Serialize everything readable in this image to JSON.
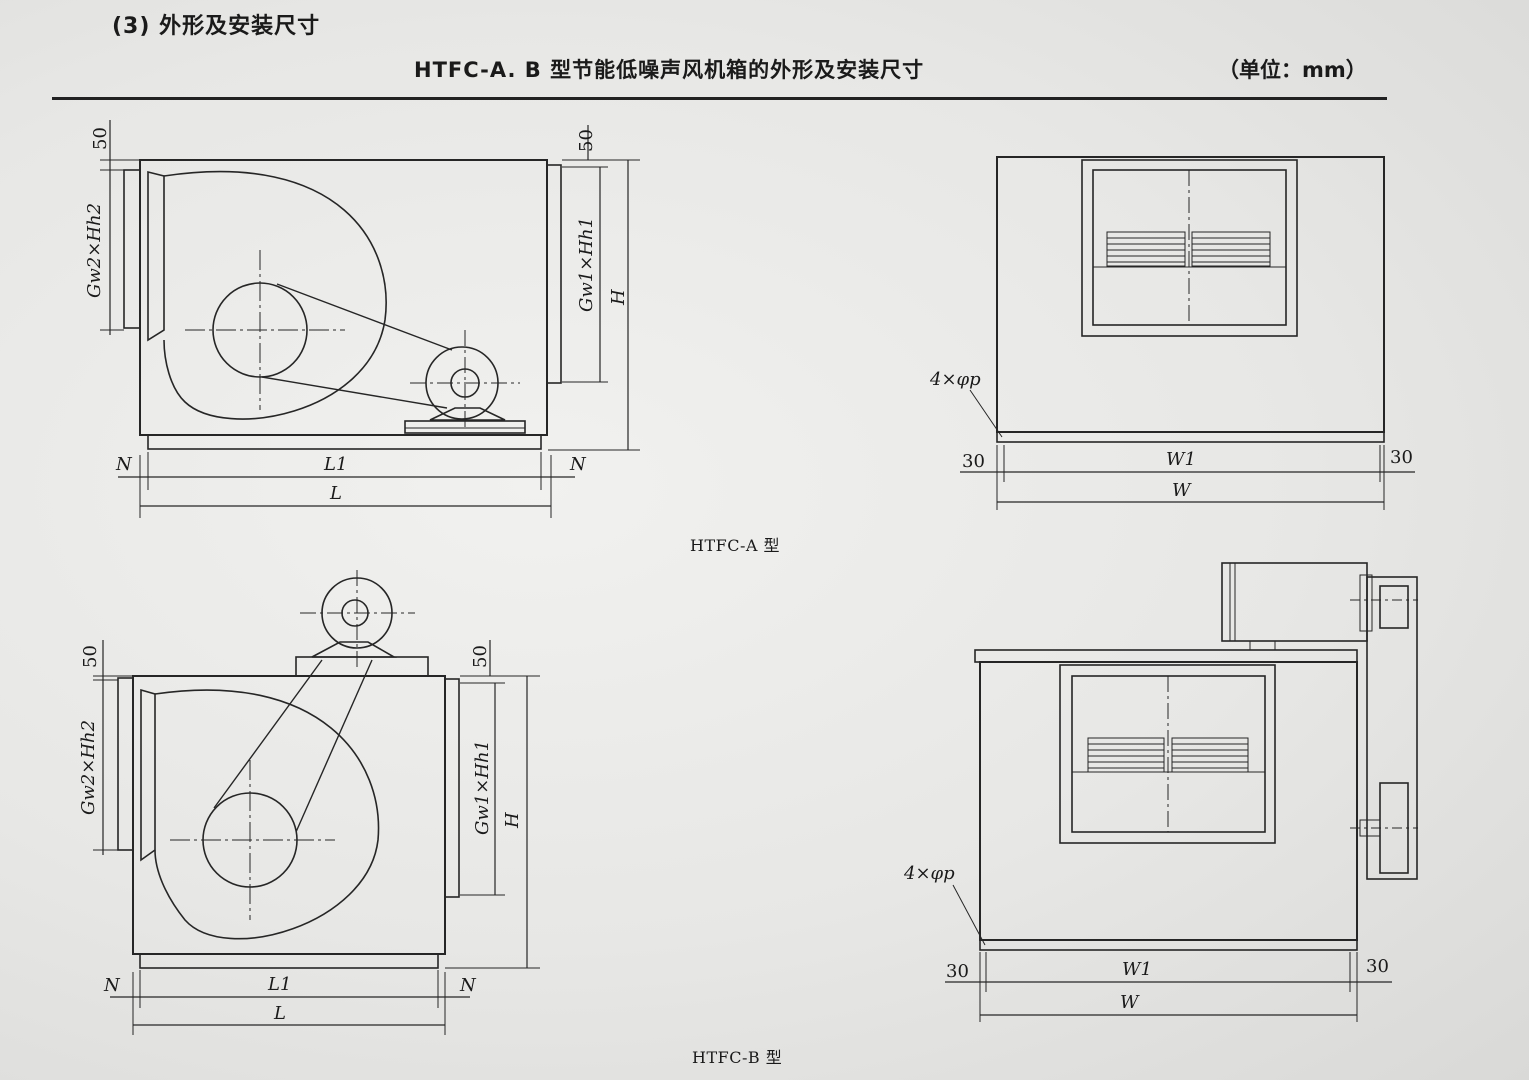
{
  "section_heading": "(3) 外形及安装尺寸",
  "table_title": "HTFC-A. B 型节能低噪声风机箱的外形及安装尺寸",
  "unit": "（单位：mm）",
  "figure_a": {
    "caption": "HTFC-A 型",
    "side_view": {
      "top_offset_left": "50",
      "top_offset_right": "50",
      "outlet_size": "Gw2×Hh2",
      "inlet_size": "Gw1×Hh1",
      "height": "H",
      "base_length": "L1",
      "total_length": "L",
      "left_margin": "N",
      "right_margin": "N"
    },
    "front_view": {
      "holes": "4×φp",
      "left_margin": "30",
      "right_margin": "30",
      "base_width": "W1",
      "total_width": "W"
    }
  },
  "figure_b": {
    "caption": "HTFC-B 型",
    "side_view": {
      "top_offset_left": "50",
      "top_offset_right": "50",
      "outlet_size": "Gw2×Hh2",
      "inlet_size": "Gw1×Hh1",
      "height": "H",
      "base_length": "L1",
      "total_length": "L",
      "left_margin": "N",
      "right_margin": "N"
    },
    "front_view": {
      "holes": "4×φp",
      "left_margin": "30",
      "right_margin": "30",
      "base_width": "W1",
      "total_width": "W"
    }
  }
}
